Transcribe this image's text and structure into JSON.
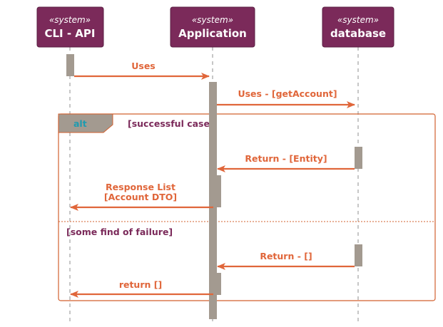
{
  "participants": [
    {
      "stereotype": "«system»",
      "name": "CLI - API"
    },
    {
      "stereotype": "«system»",
      "name": "Application"
    },
    {
      "stereotype": "«system»",
      "name": "database"
    }
  ],
  "messages": [
    {
      "label": "Uses"
    },
    {
      "label": "Uses - [getAccount]"
    },
    {
      "label": "Return - [Entity]"
    },
    {
      "label": "Response List",
      "label2": "[Account DTO]"
    },
    {
      "label": "Return - []"
    },
    {
      "label": "return []"
    }
  ],
  "fragment": {
    "operator": "alt",
    "guard1": "[successful case]",
    "guard2": "[some find of failure]"
  },
  "colors": {
    "participant": "#7b2a5a",
    "activation": "#a39a90",
    "arrow": "#e0663a",
    "frame": "#d2602f"
  }
}
